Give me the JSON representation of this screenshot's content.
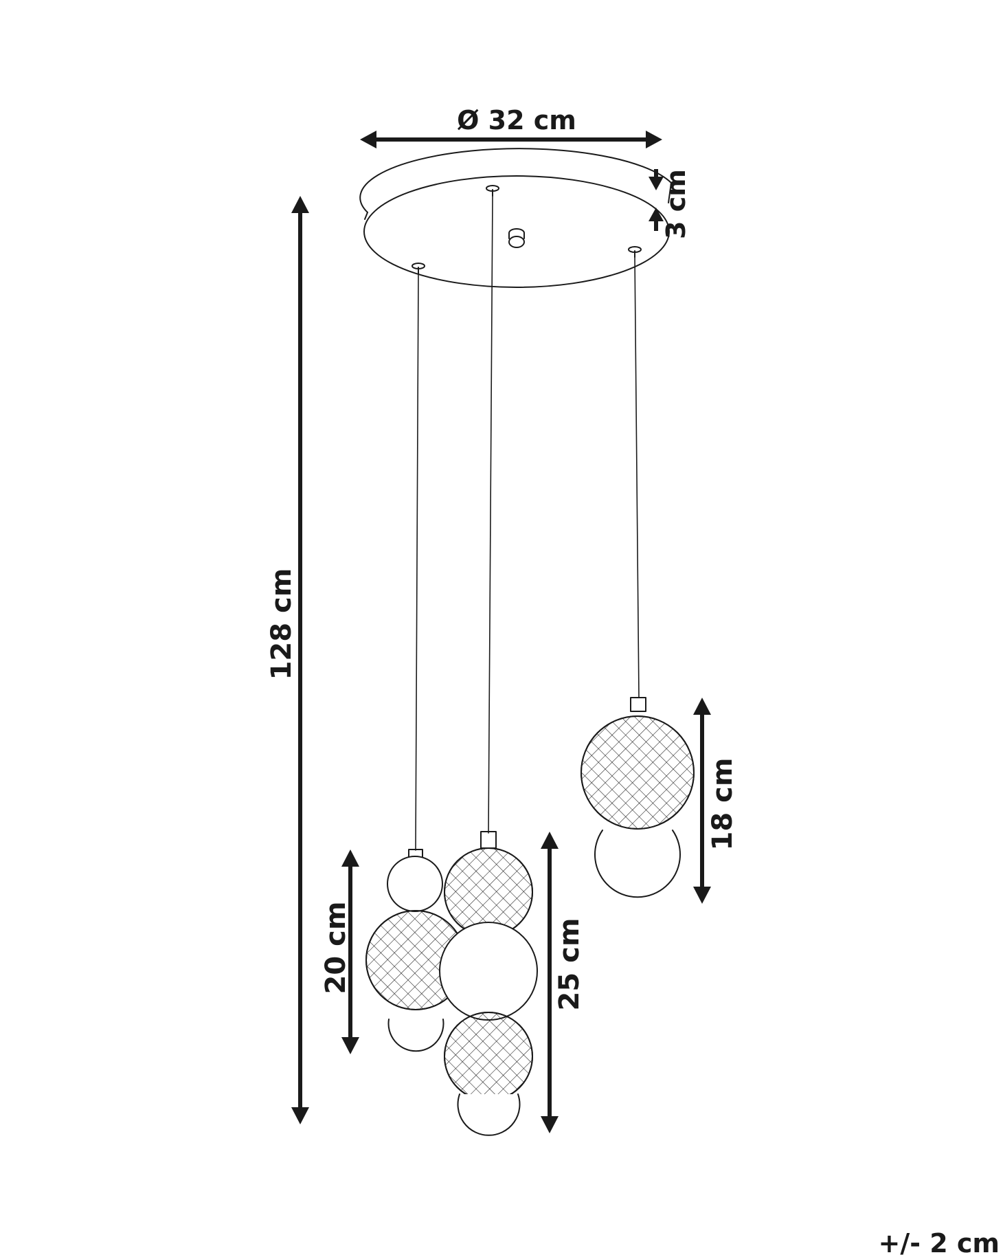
{
  "colors": {
    "line": "#1a1a1a",
    "background": "#ffffff"
  },
  "dimensions": {
    "diameter": "Ø 32 cm",
    "canopy_height": "3 cm",
    "total_height": "128 cm",
    "left_pendant_height": "20 cm",
    "middle_pendant_height": "25 cm",
    "right_pendant_height": "18 cm",
    "tolerance": "+/- 2 cm"
  }
}
